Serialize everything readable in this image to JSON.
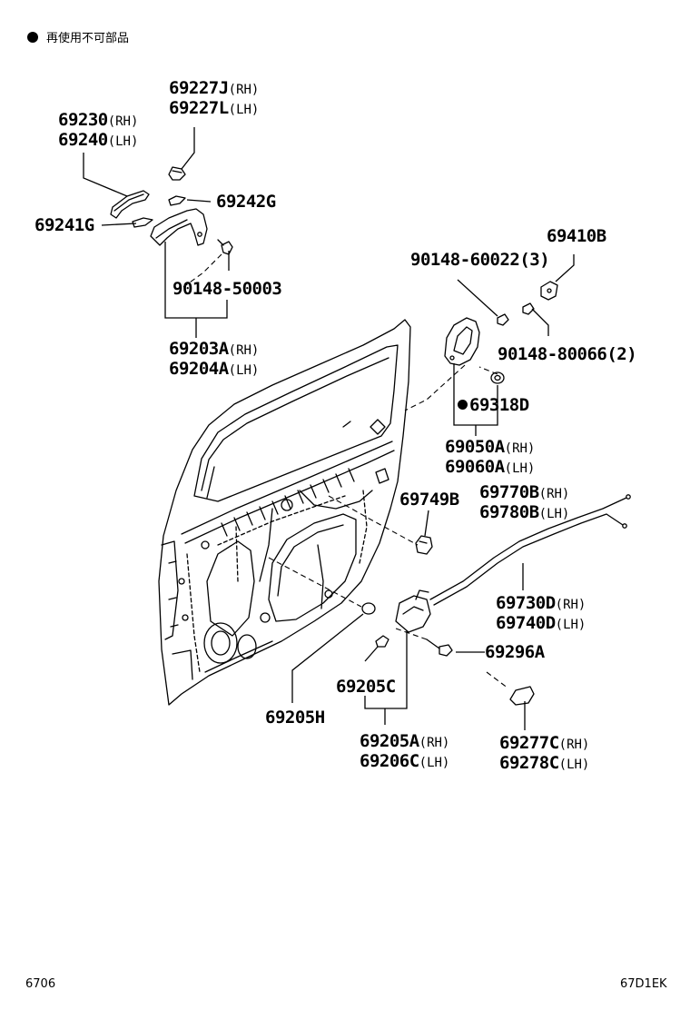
{
  "legend": {
    "note": "再使用不可部品"
  },
  "footer": {
    "page_code": "6706",
    "figure_code": "67D1EK"
  },
  "parts": {
    "p69227": {
      "line1": "69227J",
      "suffix1": "(RH)",
      "line2": "69227L",
      "suffix2": "(LH)"
    },
    "p69230": {
      "line1": "69230",
      "suffix1": "(RH)",
      "line2": "69240",
      "suffix2": "(LH)"
    },
    "p69242G": {
      "line1": "69242G"
    },
    "p69241G": {
      "line1": "69241G"
    },
    "p9014850003": {
      "line1": "90148-50003"
    },
    "p69203A": {
      "line1": "69203A",
      "suffix1": "(RH)",
      "line2": "69204A",
      "suffix2": "(LH)"
    },
    "p69410B": {
      "line1": "69410B"
    },
    "p9014860022": {
      "line1": "90148-60022(3)"
    },
    "p9014880066": {
      "line1": "90148-80066(2)"
    },
    "p69318D": {
      "line1": "69318D"
    },
    "p69050A": {
      "line1": "69050A",
      "suffix1": "(RH)",
      "line2": "69060A",
      "suffix2": "(LH)"
    },
    "p69749B": {
      "line1": "69749B"
    },
    "p69770B": {
      "line1": "69770B",
      "suffix1": "(RH)",
      "line2": "69780B",
      "suffix2": "(LH)"
    },
    "p69730D": {
      "line1": "69730D",
      "suffix1": "(RH)",
      "line2": "69740D",
      "suffix2": "(LH)"
    },
    "p69296A": {
      "line1": "69296A"
    },
    "p69205C": {
      "line1": "69205C"
    },
    "p69205H": {
      "line1": "69205H"
    },
    "p69205A": {
      "line1": "69205A",
      "suffix1": "(RH)",
      "line2": "69206C",
      "suffix2": "(LH)"
    },
    "p69277C": {
      "line1": "69277C",
      "suffix1": "(RH)",
      "line2": "69278C",
      "suffix2": "(LH)"
    }
  }
}
